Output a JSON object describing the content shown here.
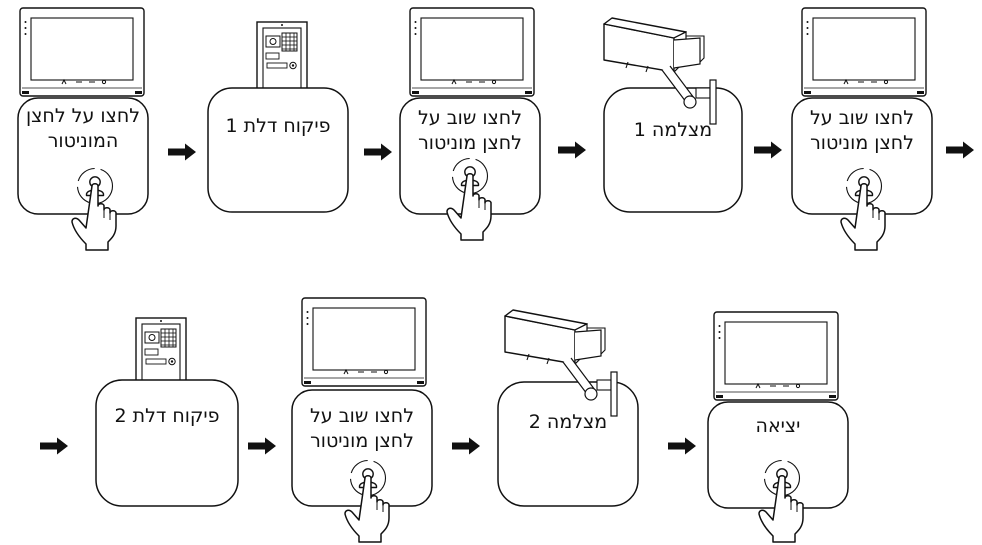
{
  "steps": [
    {
      "line1": "לחצו על לחצן",
      "line2": "המוניטור"
    },
    {
      "line1": "פיקוח דלת 1",
      "line2": ""
    },
    {
      "line1": "לחצו שוב על",
      "line2": "לחצן מוניטור"
    },
    {
      "line1": "מצלמה 1",
      "line2": ""
    },
    {
      "line1": "לחצו שוב על",
      "line2": "לחצן מוניטור"
    },
    {
      "line1": "פיקוח דלת 2",
      "line2": ""
    },
    {
      "line1": "לחצו שוב על",
      "line2": "לחצן מוניטור"
    },
    {
      "line1": "מצלמה 2",
      "line2": ""
    },
    {
      "line1": "יציאה",
      "line2": ""
    }
  ],
  "colors": {
    "stroke": "#111111",
    "fill": "#ffffff",
    "arrow": "#111111"
  }
}
